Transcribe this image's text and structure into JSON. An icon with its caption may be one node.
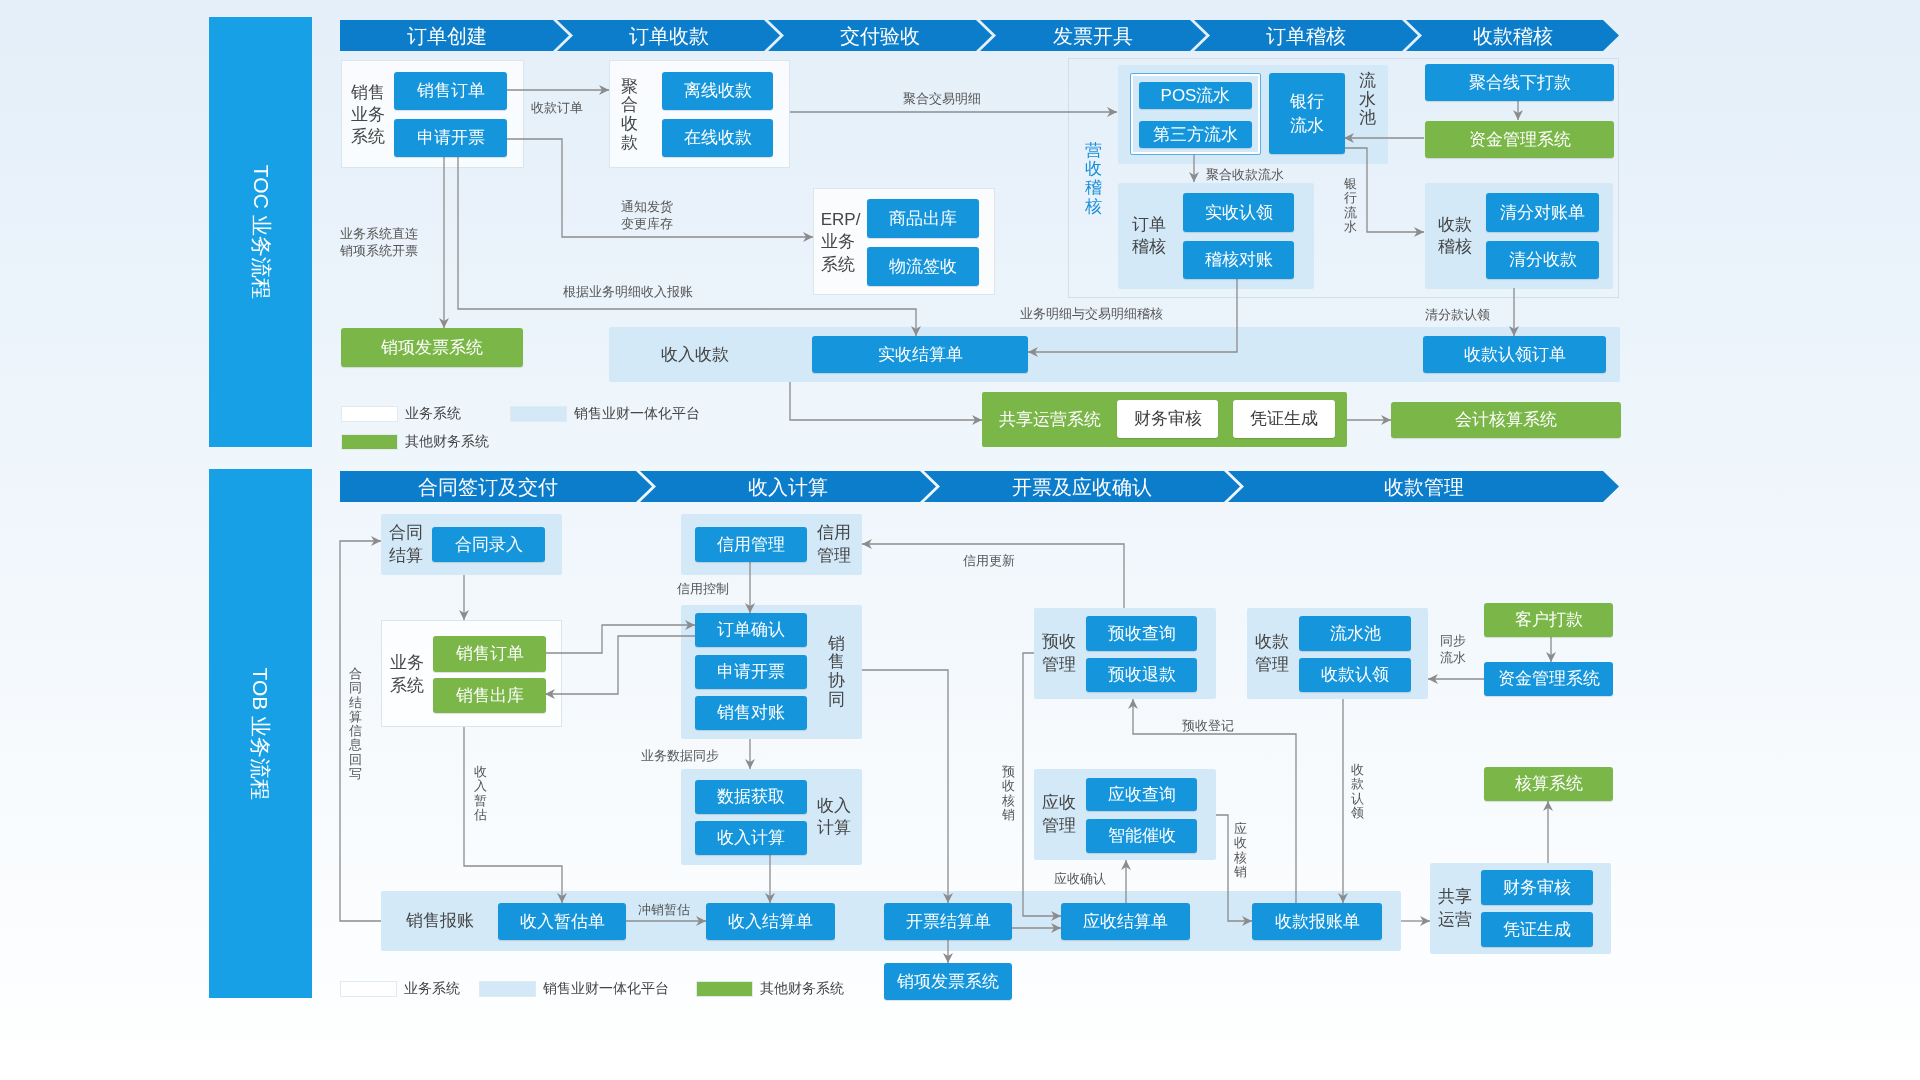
{
  "diagram": {
    "nodes": [
      {
        "text": [
          "TOC 业务流程"
        ]
      },
      {
        "text": [
          "订单创建"
        ]
      },
      {
        "text": [
          "订单收款"
        ]
      },
      {
        "text": [
          "交付验收"
        ]
      },
      {
        "text": [
          "发票开具"
        ]
      },
      {
        "text": [
          "订单稽核"
        ]
      },
      {
        "text": [
          "收款稽核"
        ]
      },
      {
        "text": [
          "销售业务系统"
        ]
      },
      {
        "text": [
          "销售订单"
        ],
        "in": 7
      },
      {
        "text": [
          "申请开票"
        ],
        "in": 7
      },
      {
        "text": [
          "聚合收款"
        ]
      },
      {
        "text": [
          "离线收款"
        ],
        "in": 10
      },
      {
        "text": [
          "在线收款"
        ],
        "in": 10
      },
      {
        "text": [
          "营收稽核"
        ]
      },
      {
        "text": [
          "流水池"
        ],
        "in": 13
      },
      {
        "text": [],
        "shape": "box",
        "in": 14
      },
      {
        "text": [
          "POS流水"
        ],
        "in": 15
      },
      {
        "text": [
          "第三方流水"
        ],
        "in": 15
      },
      {
        "text": [
          "银行流水"
        ],
        "in": 14
      },
      {
        "text": [
          "聚合线下打款"
        ],
        "in": 13
      },
      {
        "text": [
          "资金管理系统"
        ],
        "in": 13
      },
      {
        "text": [
          "ERP/业务系统"
        ]
      },
      {
        "text": [
          "商品出库"
        ],
        "in": 21
      },
      {
        "text": [
          "物流签收"
        ],
        "in": 21
      },
      {
        "text": [
          "订单稽核"
        ],
        "in": 13
      },
      {
        "text": [
          "实收认领"
        ],
        "in": 24
      },
      {
        "text": [
          "稽核对账"
        ],
        "in": 24
      },
      {
        "text": [
          "收款稽核"
        ],
        "in": 13
      },
      {
        "text": [
          "清分对账单"
        ],
        "in": 27
      },
      {
        "text": [
          "清分收款"
        ],
        "in": 27
      },
      {
        "text": [
          "销项发票系统"
        ]
      },
      {
        "text": [
          "收入收款"
        ]
      },
      {
        "text": [
          "实收结算单"
        ],
        "in": 31
      },
      {
        "text": [
          "收款认领订单"
        ],
        "in": 31
      },
      {
        "text": [
          "共享运营系统"
        ]
      },
      {
        "text": [
          "财务审核"
        ],
        "in": 34
      },
      {
        "text": [
          "凭证生成"
        ],
        "in": 34
      },
      {
        "text": [
          "会计核算系统"
        ]
      },
      {
        "text": [
          "TOB 业务流程"
        ]
      },
      {
        "text": [
          "合同签订及交付"
        ]
      },
      {
        "text": [
          "收入计算"
        ]
      },
      {
        "text": [
          "开票及应收确认"
        ]
      },
      {
        "text": [
          "收款管理"
        ]
      },
      {
        "text": [
          "合同结算"
        ]
      },
      {
        "text": [
          "合同录入"
        ],
        "in": 43
      },
      {
        "text": [
          "信用管理"
        ]
      },
      {
        "text": [
          "信用管理"
        ],
        "in": 45
      },
      {
        "text": [
          "业务系统"
        ]
      },
      {
        "text": [
          "销售订单"
        ],
        "in": 47
      },
      {
        "text": [
          "销售出库"
        ],
        "in": 47
      },
      {
        "text": [
          "销售协同"
        ]
      },
      {
        "text": [
          "订单确认"
        ],
        "in": 50
      },
      {
        "text": [
          "申请开票"
        ],
        "in": 50
      },
      {
        "text": [
          "销售对账"
        ],
        "in": 50
      },
      {
        "text": [
          "预收管理"
        ]
      },
      {
        "text": [
          "预收查询"
        ],
        "in": 54
      },
      {
        "text": [
          "预收退款"
        ],
        "in": 54
      },
      {
        "text": [
          "收款管理"
        ]
      },
      {
        "text": [
          "流水池"
        ],
        "in": 57
      },
      {
        "text": [
          "收款认领"
        ],
        "in": 57
      },
      {
        "text": [
          "客户打款"
        ]
      },
      {
        "text": [
          "资金管理系统"
        ]
      },
      {
        "text": [
          "收入计算"
        ]
      },
      {
        "text": [
          "数据获取"
        ],
        "in": 62
      },
      {
        "text": [
          "收入计算"
        ],
        "in": 62
      },
      {
        "text": [
          "应收管理"
        ]
      },
      {
        "text": [
          "应收查询"
        ],
        "in": 65
      },
      {
        "text": [
          "智能催收"
        ],
        "in": 65
      },
      {
        "text": [
          "核算系统"
        ]
      },
      {
        "text": [
          "销售报账"
        ]
      },
      {
        "text": [
          "收入暂估单"
        ],
        "in": 69
      },
      {
        "text": [
          "收入结算单"
        ],
        "in": 69
      },
      {
        "text": [
          "开票结算单"
        ],
        "in": 69
      },
      {
        "text": [
          "应收结算单"
        ],
        "in": 69
      },
      {
        "text": [
          "收款报账单"
        ],
        "in": 69
      },
      {
        "text": [
          "共享运营"
        ]
      },
      {
        "text": [
          "财务审核"
        ],
        "in": 75
      },
      {
        "text": [
          "凭证生成"
        ],
        "in": 75
      },
      {
        "text": [
          "销项发票系统"
        ]
      }
    ],
    "edges": [
      {
        "from": 8,
        "to": 10,
        "arrow": "to",
        "label": "收款订单"
      },
      {
        "from": 9,
        "to": 21,
        "arrow": "to",
        "label": "通知发货变更库存"
      },
      {
        "from": 9,
        "to": 30,
        "arrow": "to",
        "label": "业务系统直连销项系统开票"
      },
      {
        "from": 9,
        "to": 32,
        "arrow": "to",
        "label": "根据业务明细收入报账"
      },
      {
        "from": 10,
        "to": 14,
        "arrow": "to",
        "label": "聚合交易明细"
      },
      {
        "from": 20,
        "to": 18,
        "arrow": "to"
      },
      {
        "from": 19,
        "to": 20,
        "arrow": "to"
      },
      {
        "from": 15,
        "to": 24,
        "arrow": "to",
        "label": "聚合收款流水"
      },
      {
        "from": 18,
        "to": 27,
        "arrow": "to",
        "label": "银行流水"
      },
      {
        "from": 26,
        "to": 32,
        "arrow": "to",
        "label": "业务明细与交易明细稽核"
      },
      {
        "from": 27,
        "to": 33,
        "arrow": "to",
        "label": "清分款认领"
      },
      {
        "from": 31,
        "to": 34,
        "arrow": "to"
      },
      {
        "from": 34,
        "to": 37,
        "arrow": "to"
      },
      {
        "from": 43,
        "to": 47,
        "arrow": "to"
      },
      {
        "from": 69,
        "to": 43,
        "arrow": "to",
        "label": "合同结算信息回写"
      },
      {
        "from": 46,
        "to": 51,
        "arrow": "to",
        "label": "信用控制"
      },
      {
        "from": 48,
        "to": 51,
        "arrow": "to"
      },
      {
        "from": 51,
        "to": 49,
        "arrow": "to"
      },
      {
        "from": 47,
        "to": 70,
        "arrow": "to",
        "label": "收入暂估"
      },
      {
        "from": 50,
        "to": 62,
        "arrow": "to",
        "label": "业务数据同步"
      },
      {
        "from": 64,
        "to": 71,
        "arrow": "to"
      },
      {
        "from": 70,
        "to": 71,
        "arrow": "to",
        "label": "冲销暂估"
      },
      {
        "from": 50,
        "to": 72,
        "arrow": "to"
      },
      {
        "from": 72,
        "to": 78,
        "arrow": "to"
      },
      {
        "from": 72,
        "to": 73,
        "arrow": "to"
      },
      {
        "from": 54,
        "to": 73,
        "arrow": "to",
        "label": "预收核销"
      },
      {
        "from": 73,
        "to": 65,
        "arrow": "to",
        "label": "应收确认"
      },
      {
        "from": 54,
        "to": 45,
        "arrow": "to",
        "label": "信用更新"
      },
      {
        "from": 74,
        "to": 54,
        "arrow": "to",
        "label": "预收登记"
      },
      {
        "from": 65,
        "to": 74,
        "arrow": "to",
        "label": "应收核销"
      },
      {
        "from": 57,
        "to": 74,
        "arrow": "to",
        "label": "收款认领"
      },
      {
        "from": 69,
        "to": 75,
        "arrow": "to"
      },
      {
        "from": 75,
        "to": 68,
        "arrow": "to"
      },
      {
        "from": 60,
        "to": 61,
        "arrow": "to"
      },
      {
        "from": 61,
        "to": 57,
        "arrow": "to",
        "label": "同步流水"
      }
    ],
    "legend": [
      {
        "text": "业务系统",
        "color": "#ffffff"
      },
      {
        "text": "销售业财一体化平台",
        "color": "#d3e9f8"
      },
      {
        "text": "其他财务系统",
        "color": "#7ab648"
      },
      {
        "text": "业务系统",
        "color": "#ffffff"
      },
      {
        "text": "销售业财一体化平台",
        "color": "#d3e9f8"
      },
      {
        "text": "其他财务系统",
        "color": "#7ab648"
      }
    ]
  }
}
